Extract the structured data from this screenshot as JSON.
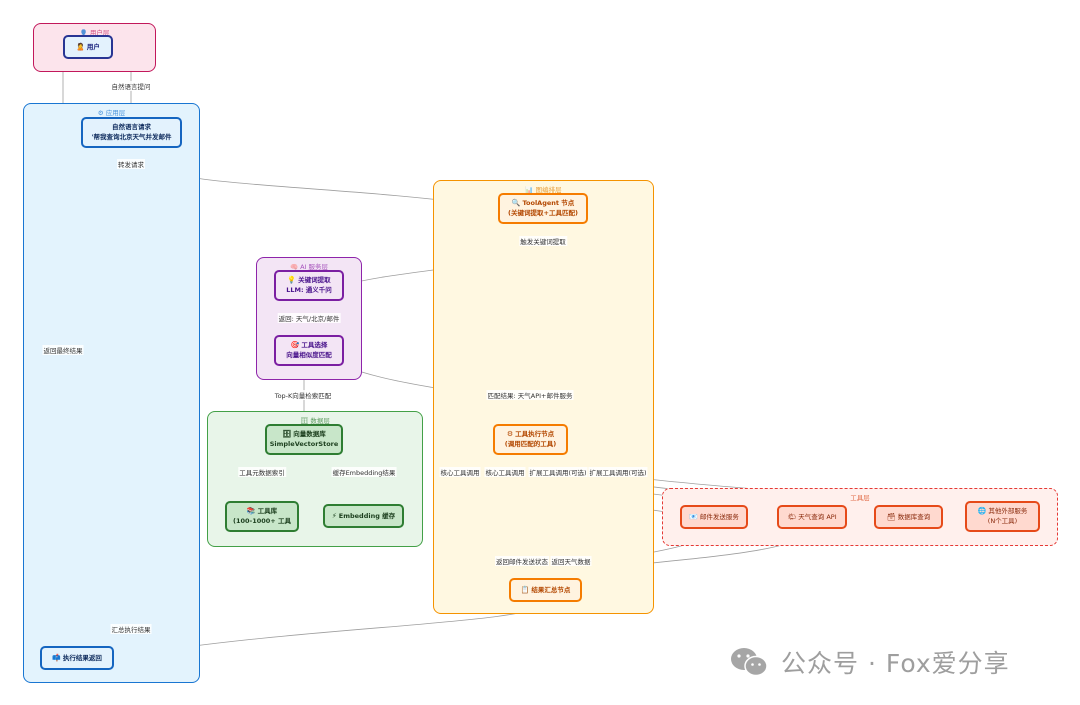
{
  "groups": {
    "user": "👤 用户层",
    "app": "⚙ 应用层",
    "flow": "📊 图编排层",
    "ai": "🧠 AI 服务层",
    "db": "🗄 数据层",
    "tools": "工具层"
  },
  "nodes": {
    "user": {
      "icon": "🙎",
      "line1": "用户"
    },
    "request": {
      "line1": "自然语言请求",
      "line2": "'帮我查询北京天气并发邮件"
    },
    "tool_agent": {
      "icon": "🔍",
      "line1": "ToolAgent 节点",
      "line2": "(关键词提取+工具匹配)"
    },
    "keyword": {
      "icon": "💡",
      "line1": "关键词提取",
      "line2": "LLM: 通义千问"
    },
    "tool_select": {
      "icon": "🎯",
      "line1": "工具选择",
      "line2": "向量相似度匹配"
    },
    "vector_db": {
      "icon": "🗄",
      "line1": "向量数据库",
      "line2": "SimpleVectorStore"
    },
    "tool_lib": {
      "icon": "📚",
      "line1": "工具库",
      "line2": "(100-1000+ 工具"
    },
    "embedding": {
      "icon": "⚡",
      "line1": "Embedding 缓存"
    },
    "executor": {
      "icon": "⚙",
      "line1": "工具执行节点",
      "line2": "(调用匹配的工具)"
    },
    "mail": {
      "icon": "📧",
      "line1": "邮件发送服务"
    },
    "weather": {
      "icon": "🌤",
      "line1": "天气查询 API"
    },
    "database": {
      "icon": "🗃",
      "line1": "数据库查询"
    },
    "external": {
      "icon": "🌐",
      "line1": "其他外部服务",
      "line2": "(N个工具)"
    },
    "summary": {
      "icon": "📋",
      "line1": "结果汇总节点"
    },
    "return": {
      "icon": "📫",
      "line1": "执行结果返回"
    }
  },
  "edges": {
    "e1": "自然语言提问",
    "e2": "转发请求",
    "e3": "触发关键词提取",
    "e4": "返回: 天气/北京/邮件",
    "e5": "Top-K向量检索匹配",
    "e6": "工具元数据索引",
    "e7": "缓存Embedding结果",
    "e8": "匹配结果: 天气API+邮件服务",
    "e9": "核心工具调用",
    "e10": "核心工具调用",
    "e11": "扩展工具调用(可选)",
    "e12": "扩展工具调用(可选)",
    "e13": "返回邮件发送状态",
    "e14": "返回天气数据",
    "e15": "汇总执行结果",
    "e16": "返回最终结果"
  },
  "watermark": "公众号 · Fox爱分享",
  "colors": {
    "edge": "#9e9e9e"
  }
}
